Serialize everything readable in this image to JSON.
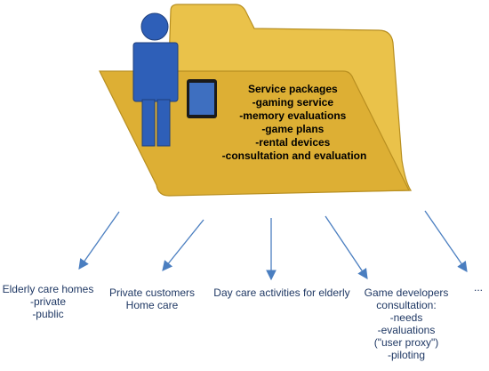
{
  "colors": {
    "folder_back": "#EAC24A",
    "folder_front": "#DDAF34",
    "folder_outline": "#B88F20",
    "person": "#2E5FB8",
    "person_outline": "#1F3F7C",
    "tablet_frame": "#1A1A1A",
    "tablet_screen": "#3E6FC0",
    "arrow": "#4A7EC0",
    "label_text": "#1F3864"
  },
  "icons": [
    "person-icon",
    "tablet-icon",
    "folder-icon"
  ],
  "service_packages": {
    "title": "Service packages",
    "items": [
      "-gaming service",
      "-memory evaluations",
      "-game plans",
      "-rental devices",
      "-consultation and evaluation"
    ]
  },
  "targets": [
    {
      "lines": [
        "Elderly care homes",
        "-private",
        "-public"
      ]
    },
    {
      "lines": [
        "Private customers",
        "Home care"
      ]
    },
    {
      "lines": [
        "Day care activities for elderly"
      ]
    },
    {
      "lines": [
        "Game developers",
        "consultation:",
        "-needs",
        "-evaluations",
        "(\"user proxy\")",
        "-piloting"
      ]
    },
    {
      "lines": [
        "..."
      ]
    }
  ]
}
